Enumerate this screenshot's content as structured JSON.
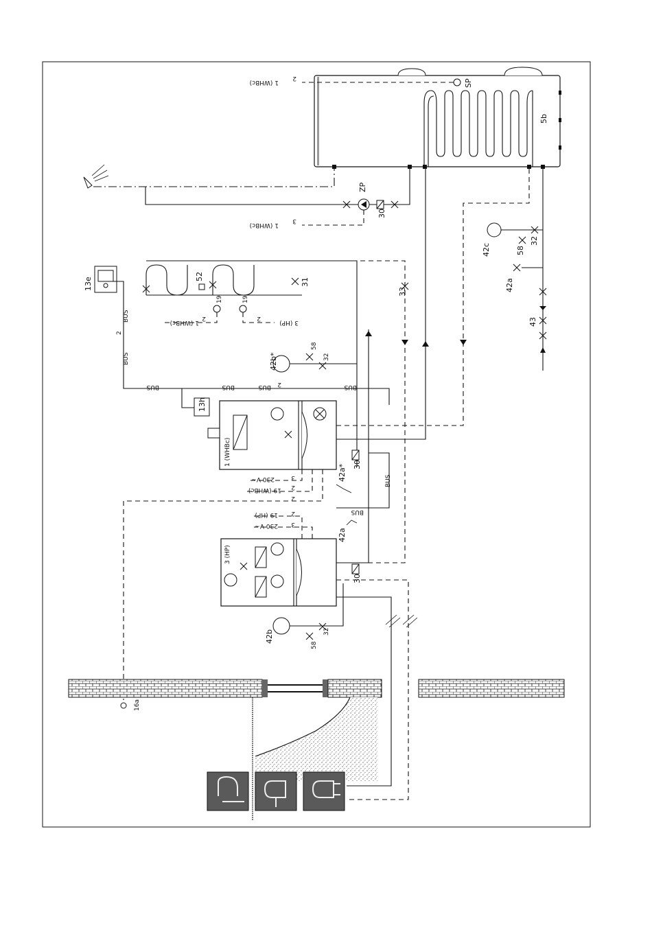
{
  "labels": {
    "tank": "5b",
    "tank_sensor": "SP",
    "circ_pump": "ZP",
    "check_valve_tank": "30",
    "dhw_line_top": "1 (WHBc)",
    "dhw_line_top_count": "2",
    "zp_line": "1 (WHBc)",
    "zp_line_count": "3",
    "expansion_42c": "42c",
    "valve_58_right": "58",
    "valve_32_right": "32",
    "safety_42a_right": "42a",
    "valve_43": "43",
    "room_ctrl": "13e",
    "bus1": "BUS",
    "bus2": "BUS",
    "bus_count": "2",
    "mixer_52": "52",
    "valve_31": "31",
    "valve_33": "33",
    "sensor_19a": "19",
    "sensor_19b": "19",
    "line_19a": "1 (WHBc)",
    "line_19b": "3 (HP)",
    "count_19a": "2",
    "count_19b": "2",
    "expansion_42b_star": "42b*",
    "valve_58_mid": "58",
    "valve_32_mid": "32",
    "bus_mid1": "BUS",
    "bus_mid2": "BUS",
    "bus_mid3": "BUS",
    "bus_mid4": "BUS",
    "bus_mid_count": "2",
    "module_13h": "13h",
    "boiler": "1 (WHBc)",
    "boiler_230": "230 V~",
    "boiler_19": "19 (WHBc)",
    "boiler_count1": "3",
    "boiler_count2": "2",
    "boiler_count3": "2",
    "check_30_boiler": "30",
    "safety_42a_star": "42a*",
    "bus_vert": "BUS",
    "bus_hp": "BUS",
    "hp": "3 (HP)",
    "hp_19": "19 (HP)",
    "hp_230": "230 V~",
    "hp_count1": "2",
    "hp_count2": "3",
    "safety_42a_hp": "42a",
    "check_30_hp": "30",
    "expansion_42b": "42b",
    "valve_58_hp": "58",
    "valve_32_hp": "32",
    "outdoor_sensor": "16a"
  },
  "colors": {
    "line": "#111111",
    "icon_bg": "#5a5a5a",
    "brick": "#ffffff"
  },
  "icons": [
    "air-source-icon",
    "ground-probe-icon",
    "ground-collector-icon",
    "shower-icon",
    "thermostat-icon"
  ]
}
